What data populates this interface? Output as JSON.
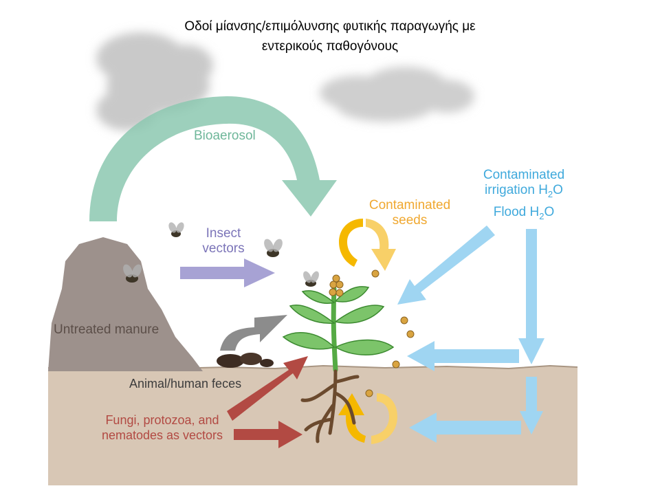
{
  "title": {
    "line1": "Οδοί μίανσης/επιμόλυνσης φυτικής παραγωγής με",
    "line2": "εντερικούς παθογόνους"
  },
  "labels": {
    "bioaerosol": "Bioaerosol",
    "insect_vectors_1": "Insect",
    "insect_vectors_2": "vectors",
    "contaminated_seeds_1": "Contaminated",
    "contaminated_seeds_2": "seeds",
    "irrigation_1": "Contaminated",
    "irrigation_2": "irrigation H",
    "irrigation_sub": "2",
    "irrigation_3": "O",
    "flood_1": "Flood H",
    "flood_sub": "2",
    "flood_2": "O",
    "untreated_manure": "Untreated manure",
    "animal_feces": "Animal/human feces",
    "fungi_1": "Fungi, protozoa, and",
    "fungi_2": "nematodes as vectors"
  },
  "colors": {
    "bioaerosol": "#8cc8b0",
    "insect": "#a7a2d4",
    "seeds": "#f5b800",
    "water": "#9fd5f2",
    "water_text": "#3fa9dc",
    "red": "#b24a43",
    "grey_arrow": "#8c8c8c",
    "manure": "#9d918c",
    "soil": "#d7c6b4",
    "cloud": "#c8c8c8"
  }
}
